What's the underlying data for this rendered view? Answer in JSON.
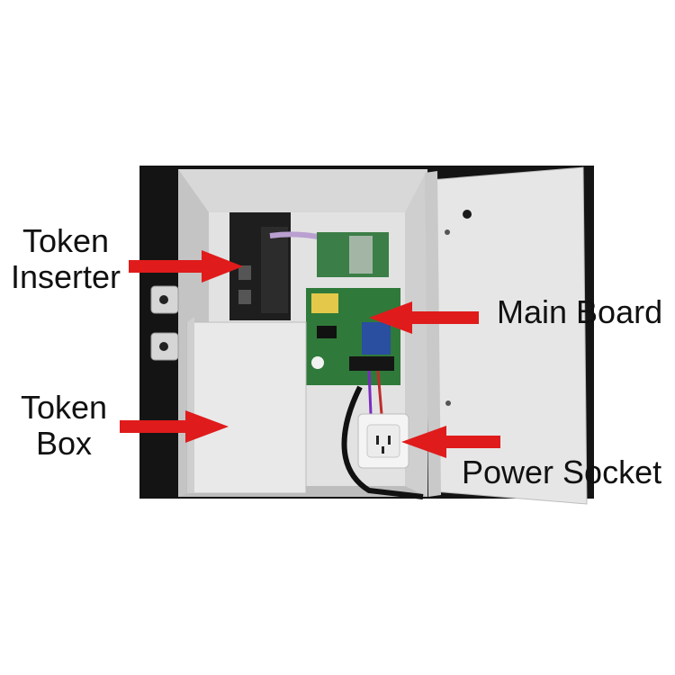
{
  "labels": {
    "token_inserter": [
      "Token",
      "Inserter"
    ],
    "token_box": [
      "Token",
      "Box"
    ],
    "main_board": "Main Board",
    "power_socket": "Power Socket"
  },
  "colors": {
    "arrow": "#e01b1b",
    "background": "#ffffff",
    "enclosure": "#dcdcdc",
    "door": "#e4e4e4",
    "board": "#2f7a3a",
    "dark": "#141414"
  }
}
